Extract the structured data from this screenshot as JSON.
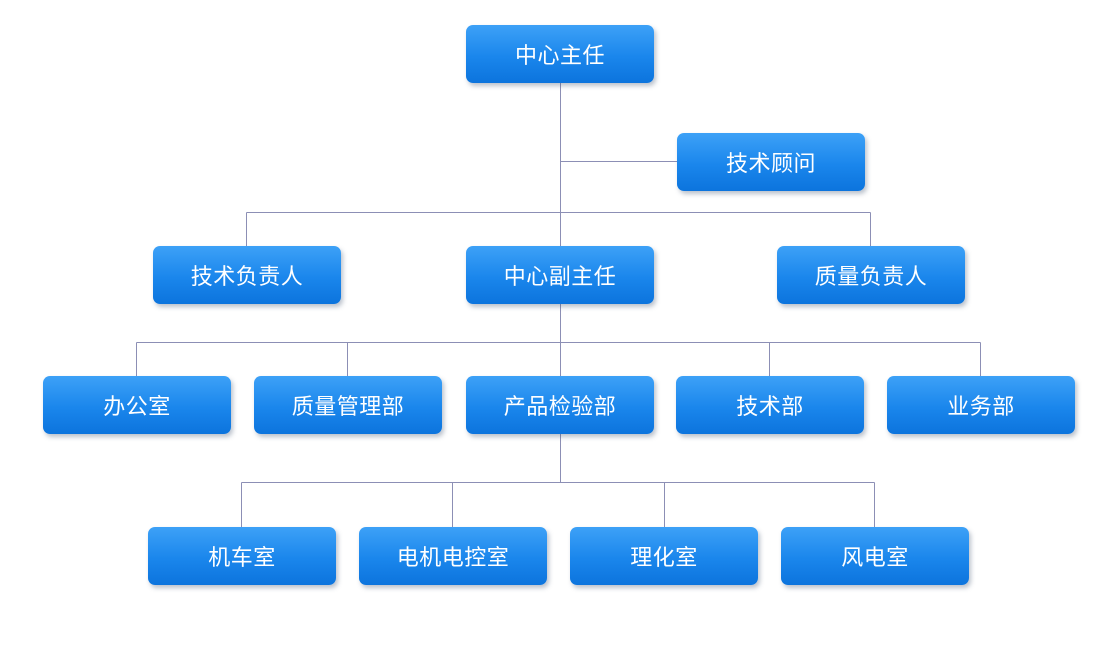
{
  "colors": {
    "box": "#1a86ec",
    "line": "#8c8fb5",
    "text": "#ffffff"
  },
  "nodes": {
    "director": "中心主任",
    "tech_advisor": "技术顾问",
    "tech_lead": "技术负责人",
    "deputy_director": "中心副主任",
    "quality_lead": "质量负责人",
    "office": "办公室",
    "quality_mgmt": "质量管理部",
    "product_inspection": "产品检验部",
    "tech_dept": "技术部",
    "business_dept": "业务部",
    "locomotive_room": "机车室",
    "motor_control_room": "电机电控室",
    "physchem_room": "理化室",
    "wind_power_room": "风电室"
  }
}
